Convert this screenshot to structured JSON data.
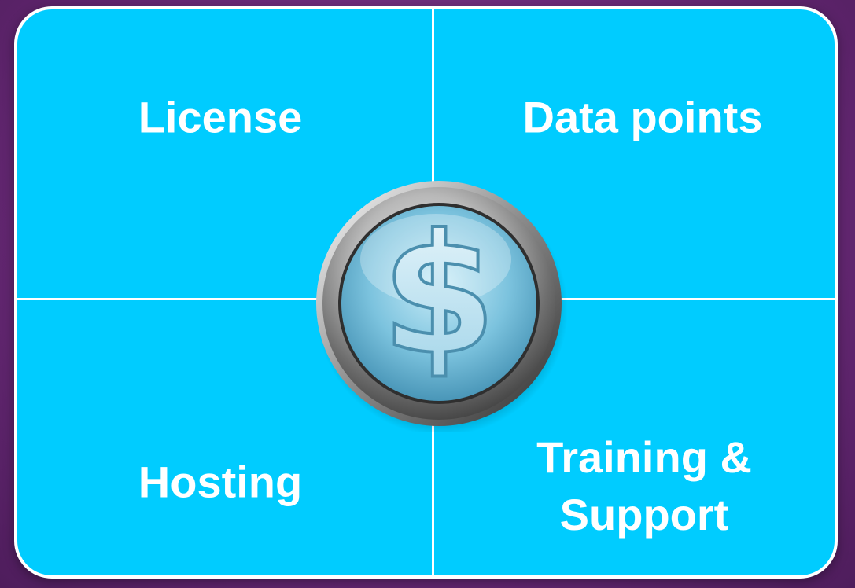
{
  "quadrants": {
    "top_left": "License",
    "top_right": "Data points",
    "bottom_left": "Hosting",
    "bottom_right_line1": "Training &",
    "bottom_right_line2": "Support"
  },
  "center_icon": {
    "name": "dollar-coin-icon",
    "glyph": "$"
  },
  "colors": {
    "background": "#6a2a78",
    "panel": "#00ccff",
    "divider": "#ffffff",
    "text": "#ffffff"
  }
}
